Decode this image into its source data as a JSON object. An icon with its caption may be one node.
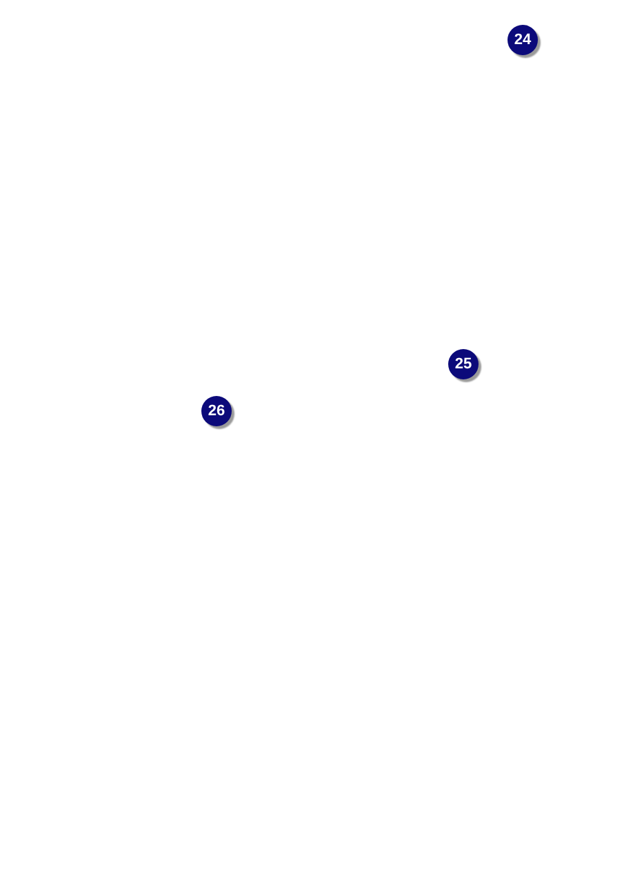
{
  "diagram": {
    "labels": [
      "24",
      "25",
      "26"
    ]
  }
}
